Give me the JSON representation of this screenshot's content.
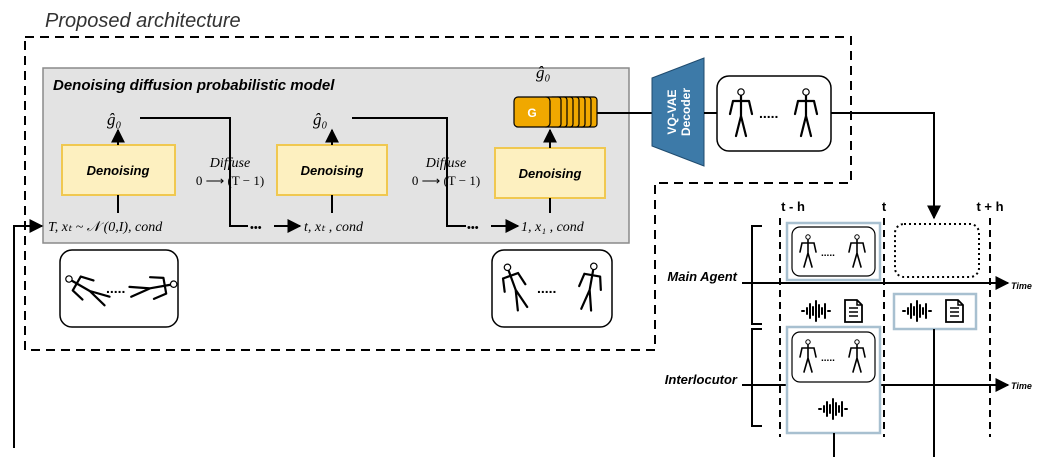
{
  "title": "Proposed architecture",
  "ddpm": {
    "title": "Denoising diffusion probabilistic model",
    "g0": "ĝ₀",
    "denoising": "Denoising",
    "diffuse": "Diffuse",
    "diffuse_range": "0 ⟶ (T − 1)",
    "g_block": "G",
    "dots": "•••",
    "inputs": [
      "T, xₜ ~ 𝒩 (0,I), cond",
      "t, xₜ , cond",
      "1, x₁ , cond"
    ],
    "pose_dots": "....."
  },
  "decoder": {
    "line1": "VQ-VAE",
    "line2": "Decoder"
  },
  "timeline": {
    "t_minus_h": "t - h",
    "t": "t",
    "t_plus_h": "t + h",
    "time": "Time",
    "main_agent": "Main Agent",
    "interlocutor": "Interlocutor",
    "pose_dots": "....."
  },
  "icons": [
    "audio-waveform-icon",
    "text-document-icon",
    "skeleton-pose-icon"
  ]
}
